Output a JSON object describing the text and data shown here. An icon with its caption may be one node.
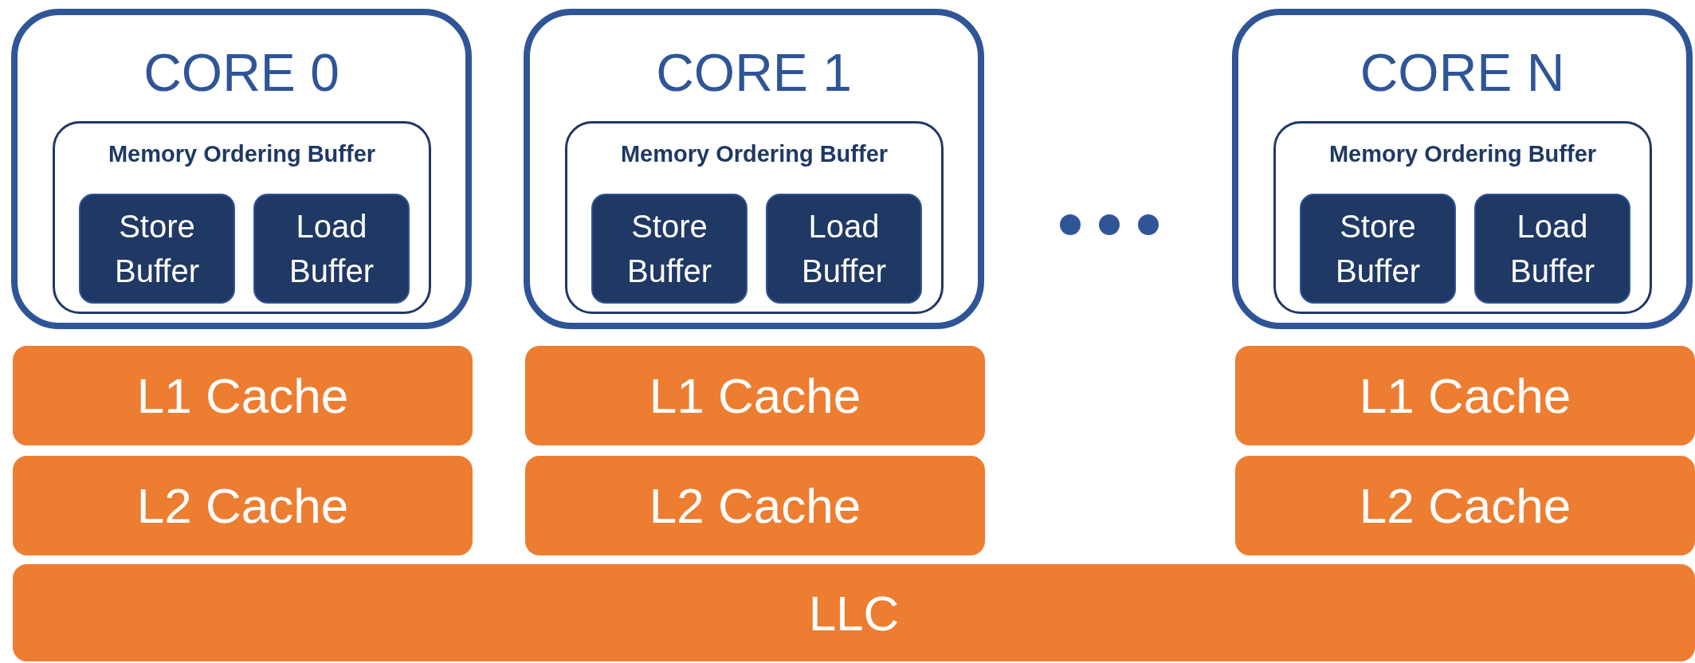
{
  "diagram": {
    "nodes": [
      {
        "text": [
          "CORE 0"
        ]
      },
      {
        "text": [
          "Memory Ordering Buffer"
        ],
        "in": 0
      },
      {
        "text": [
          "Store Buffer"
        ],
        "in": 1
      },
      {
        "text": [
          "Load Buffer"
        ],
        "in": 1
      },
      {
        "text": [
          "CORE 1"
        ]
      },
      {
        "text": [
          "Memory Ordering Buffer"
        ],
        "in": 4
      },
      {
        "text": [
          "Store Buffer"
        ],
        "in": 5
      },
      {
        "text": [
          "Load Buffer"
        ],
        "in": 5
      },
      {
        "text": [
          "CORE N"
        ]
      },
      {
        "text": [
          "Memory Ordering Buffer"
        ],
        "in": 8
      },
      {
        "text": [
          "Store Buffer"
        ],
        "in": 9
      },
      {
        "text": [
          "Load Buffer"
        ],
        "in": 9
      },
      {
        "text": [
          "L1 Cache"
        ]
      },
      {
        "text": [
          "L1 Cache"
        ]
      },
      {
        "text": [
          "L1 Cache"
        ]
      },
      {
        "text": [
          "L2 Cache"
        ]
      },
      {
        "text": [
          "L2 Cache"
        ]
      },
      {
        "text": [
          "L2 Cache"
        ]
      },
      {
        "text": [
          "LLC"
        ]
      }
    ],
    "edges": []
  }
}
